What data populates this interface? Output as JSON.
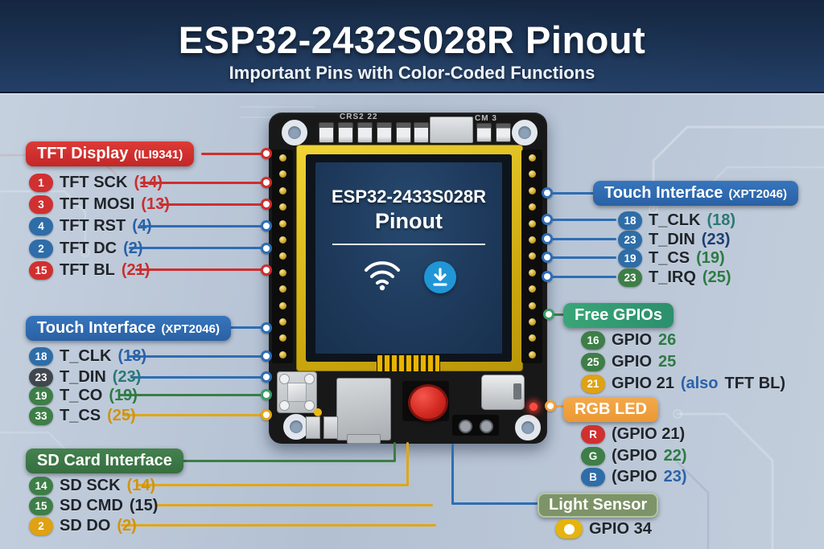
{
  "header": {
    "title": "ESP32-2432S028R Pinout",
    "subtitle": "Important Pins with Color-Coded Functions"
  },
  "board": {
    "screen_title": "ESP32-2433S028R",
    "screen_subtitle": "Pinout",
    "silkscreen_left": "CRS2 22",
    "silkscreen_right": "CM 3",
    "screen_icons": [
      "wifi-icon",
      "download-icon"
    ]
  },
  "colors": {
    "red": "#cf2e2e",
    "blue": "#2e6db4",
    "green": "#3c7d46",
    "gold": "#e2a615",
    "orange": "#f0a13f",
    "teal_badge": "#2ea082",
    "sage_badge": "#7d9368",
    "header_bg": "#1d3557",
    "body_bg": "#b9c6d6",
    "screen_bg": "#1e3a5c",
    "pcb": "#181818",
    "bezel_gold": "#d4af1f",
    "download_icon_bg": "#2196d6"
  },
  "sections": {
    "tft": {
      "title": "TFT Display",
      "chip": "(ILI9341)",
      "pins": [
        {
          "badge": "1",
          "label": "TFT SCK",
          "num": "(14)"
        },
        {
          "badge": "3",
          "label": "TFT MOSI",
          "num": "(13)"
        },
        {
          "badge": "4",
          "label": "TFT RST",
          "num": "(4)"
        },
        {
          "badge": "2",
          "label": "TFT DC",
          "num": "(2)"
        },
        {
          "badge": "15",
          "label": "TFT BL",
          "num": "(21)"
        }
      ]
    },
    "touch_left": {
      "title": "Touch Interface",
      "chip": "(XPT2046)",
      "pins": [
        {
          "badge": "18",
          "label": "T_CLK",
          "num": "(18)"
        },
        {
          "badge": "23",
          "label": "T_DIN",
          "num": "(23)"
        },
        {
          "badge": "19",
          "label": "T_CO",
          "num": "(19)"
        },
        {
          "badge": "33",
          "label": "T_CS",
          "num": "(25)"
        }
      ]
    },
    "sd": {
      "title": "SD Card Interface",
      "pins": [
        {
          "badge": "14",
          "label": "SD SCK",
          "num": "(14)"
        },
        {
          "badge": "15",
          "label": "SD CMD",
          "num": "(15)"
        },
        {
          "badge": "2",
          "label": "SD DO",
          "num": "(2)"
        }
      ]
    },
    "touch_right": {
      "title": "Touch Interface",
      "chip": "(XPT2046)",
      "pins": [
        {
          "badge": "18",
          "label": "T_CLK",
          "num": "(18)"
        },
        {
          "badge": "23",
          "label": "T_DIN",
          "num": "(23)"
        },
        {
          "badge": "19",
          "label": "T_CS",
          "num": "(19)"
        },
        {
          "badge": "23",
          "label": "T_IRQ",
          "num": "(25)"
        }
      ]
    },
    "free_gpio": {
      "title": "Free GPIOs",
      "pins": [
        {
          "badge": "16",
          "label": "GPIO",
          "num": "26"
        },
        {
          "badge": "25",
          "label": "GPIO",
          "num": "25"
        },
        {
          "badge": "21",
          "label": "GPIO 21",
          "num": "(also",
          "extra": "TFT BL)"
        }
      ]
    },
    "rgb": {
      "title": "RGB LED",
      "pins": [
        {
          "badge": "R",
          "label": "(GPIO 21)"
        },
        {
          "badge": "G",
          "label": "(GPIO",
          "num": "22)"
        },
        {
          "badge": "B",
          "label": "(GPIO",
          "num": "23)"
        }
      ]
    },
    "light": {
      "title": "Light Sensor",
      "pins": [
        {
          "label": "GPIO 34"
        }
      ]
    }
  }
}
